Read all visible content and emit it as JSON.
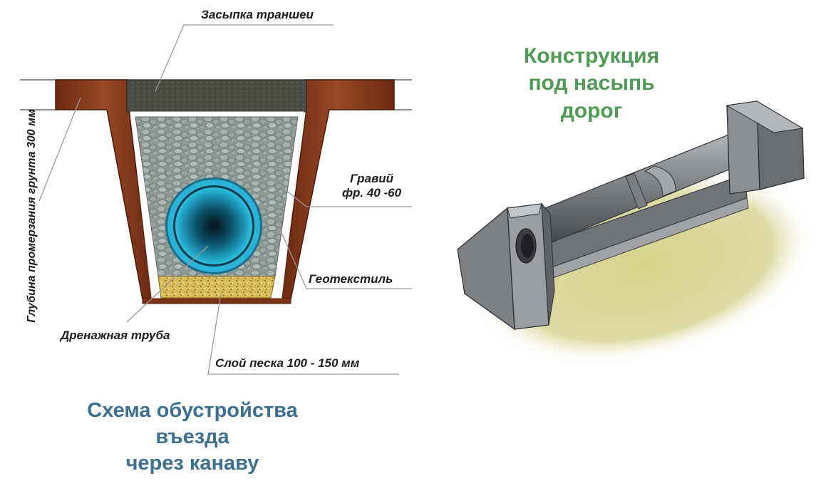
{
  "labels": {
    "backfill": "Засыпка траншеи",
    "freeze_depth": "Глубина промерзания грунта 300 мм",
    "gravel_line1": "Гравий",
    "gravel_line2": "фр. 40 -60",
    "geotextile": "Геотекстиль",
    "drain_pipe": "Дренажная труба",
    "sand_layer": "Слой песка 100 - 150 мм"
  },
  "captions": {
    "left": [
      "Схема обустройства",
      "въезда",
      "через канаву"
    ],
    "right": [
      "Конструкция",
      "под насыпь",
      "дорог"
    ]
  },
  "colors": {
    "soil": "#8a3b1e",
    "soil_dark": "#5a2410",
    "gravel": "#8e9a96",
    "backfill": "#4a4a42",
    "sand": "#d8bf5e",
    "pipe": "#2aa6c8",
    "caption_left": "#3d6f8e",
    "caption_right": "#4f9a55",
    "ground_pad": "#d9d59a",
    "concrete": "#8a8a8c"
  },
  "icons": {
    "pipe_section": "pipe-cross-section-icon",
    "culvert": "culvert-pipe-icon"
  }
}
